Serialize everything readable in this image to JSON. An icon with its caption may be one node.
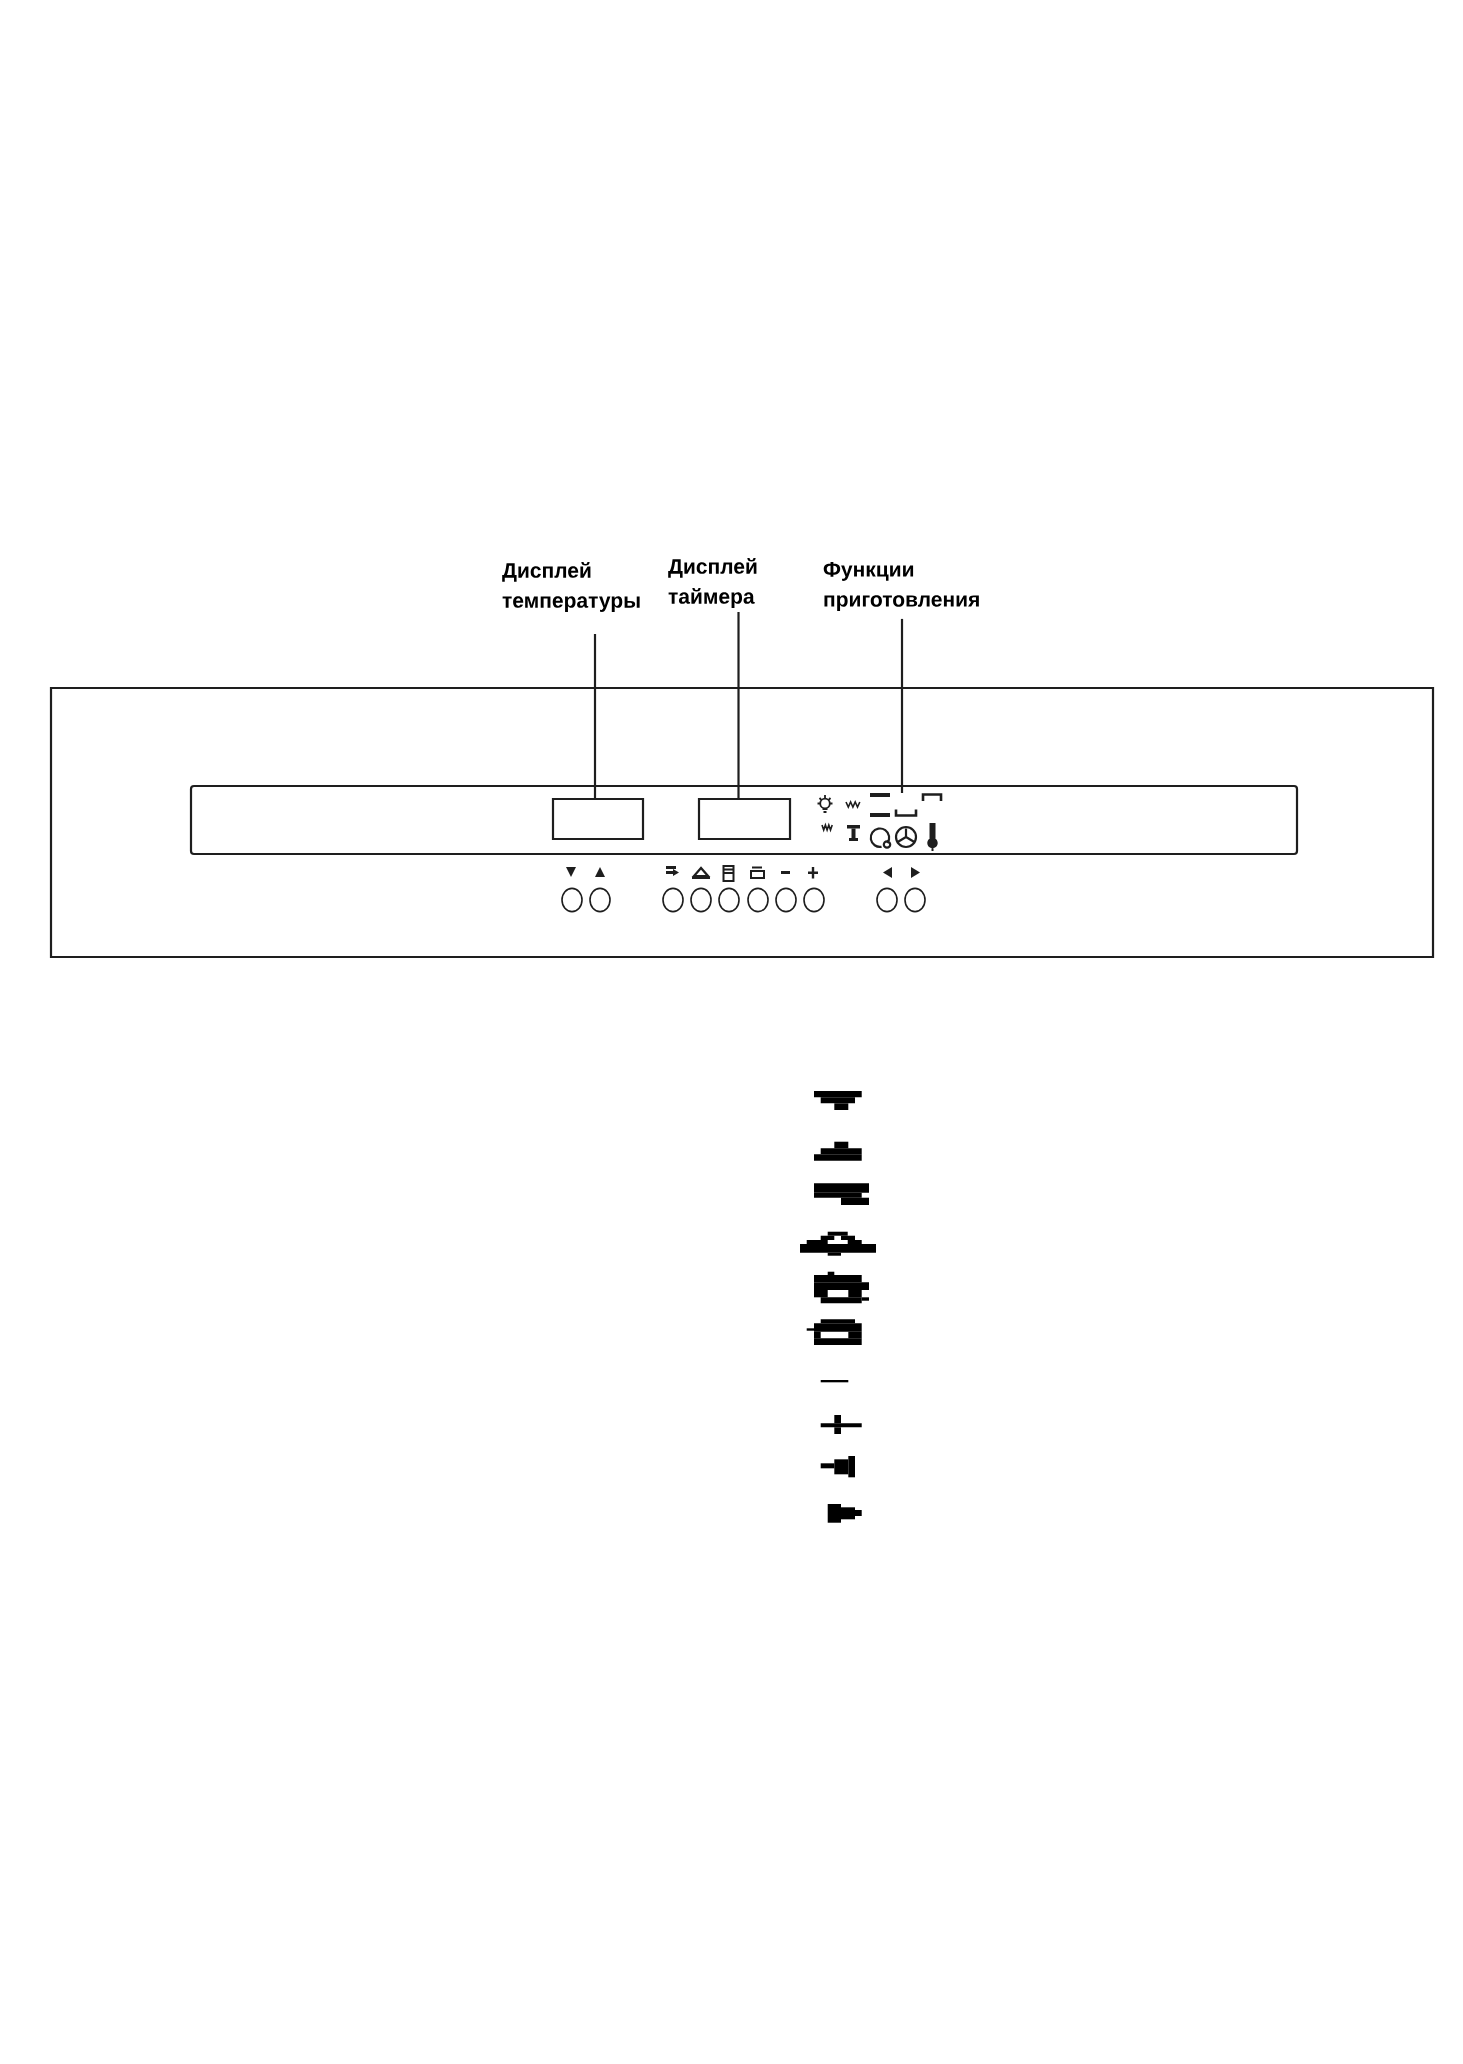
{
  "diagram": {
    "nodes": [
      {
        "text": [
          "Дисплей температуры"
        ]
      },
      {
        "text": [
          "Дисплей таймера"
        ]
      },
      {
        "text": [
          "Функции приготовления"
        ]
      },
      {
        "text": [],
        "shape": "box"
      },
      {
        "text": [],
        "shape": "box"
      },
      {
        "text": [],
        "shape": "picture"
      }
    ],
    "edges": [
      {
        "from": 0,
        "to": 3,
        "arrow": "none"
      },
      {
        "from": 1,
        "to": 4,
        "arrow": "none"
      },
      {
        "from": 2,
        "to": 5,
        "arrow": "none"
      }
    ]
  }
}
